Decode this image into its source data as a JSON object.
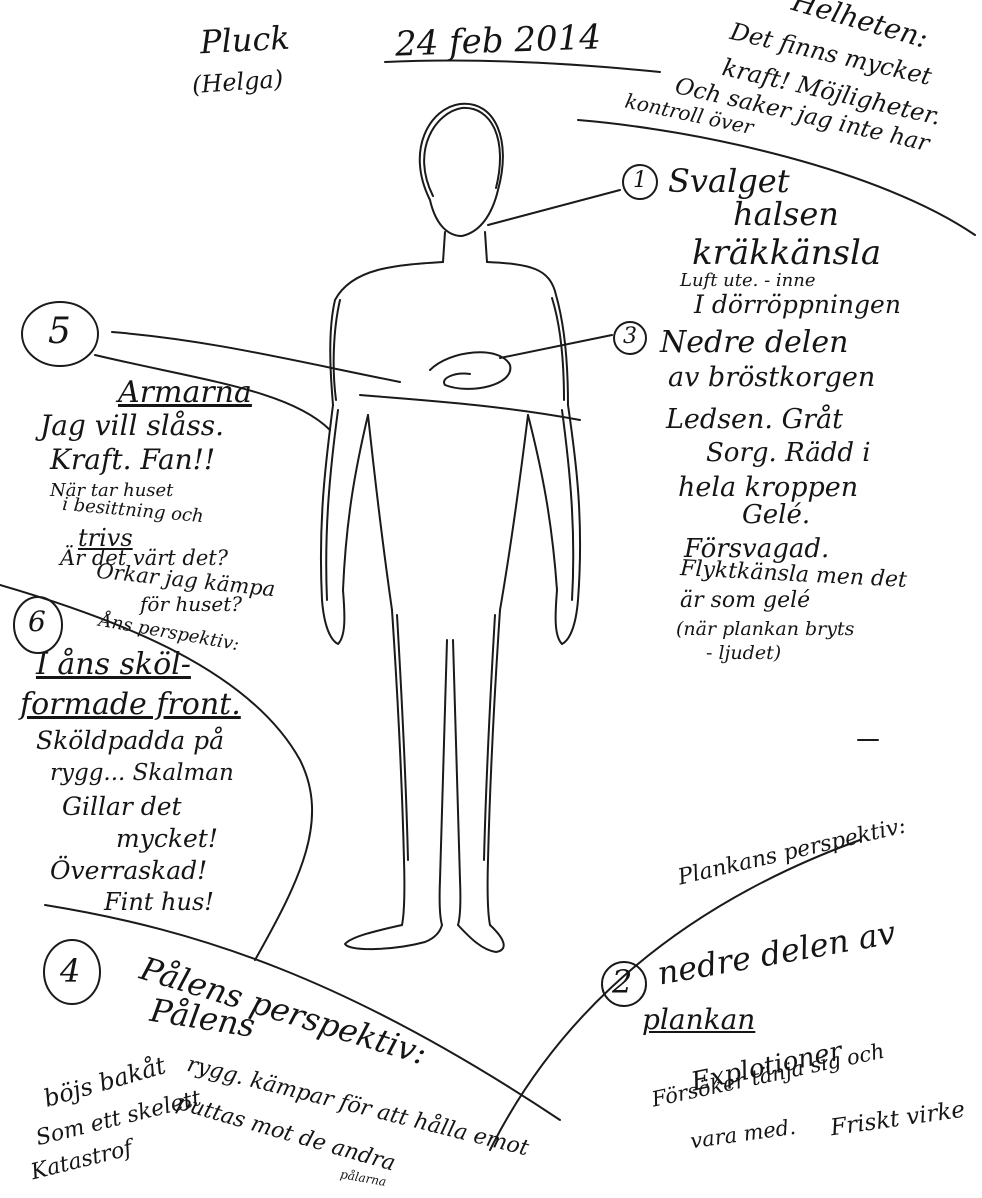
{
  "header": {
    "title": "Pluck",
    "title_sub": "(Helga)",
    "date": "24 feb 2014"
  },
  "helheten": {
    "heading": "Helheten:",
    "lines": [
      "Det finns mycket",
      "kraft! Möjligheter.",
      "Och saker jag inte har",
      "kontroll över"
    ]
  },
  "note1": {
    "number": "1",
    "lines": [
      "Svalget",
      "halsen",
      "kräkkänsla",
      "Luft ute. - inne",
      "I dörröppningen"
    ]
  },
  "note3": {
    "number": "3",
    "lines": [
      "Nedre delen",
      "av bröstkorgen",
      "Ledsen. Gråt",
      "Sorg. Rädd i",
      "hela kroppen",
      "Gelé.",
      "Försvagad.",
      "Flyktkänsla men det",
      "är som gelé",
      "(när plankan bryts",
      "- ljudet)"
    ]
  },
  "note5": {
    "number": "5",
    "lines": [
      "Armarna",
      "Jag vill slåss.",
      "Kraft. Fan!!",
      "När tar huset",
      "i besittning och",
      "trivs",
      "Är det värt det?",
      "Orkar jag kämpa",
      "för huset?"
    ]
  },
  "note6": {
    "number": "6",
    "lines": [
      "Åns perspektiv:",
      "I åns sköl-",
      "formade front.",
      "Sköldpadda på",
      "rygg... Skalman",
      "Gillar det",
      "mycket!",
      "Överraskad!",
      "Fint hus!"
    ]
  },
  "note4": {
    "number": "4",
    "lines": [
      "Pålens perspektiv:",
      "Pålens",
      "rygg. kämpar för att hålla emot",
      "böjs bakåt",
      "puttas mot de andra",
      "pålarna",
      "Som ett skelett",
      "Katastrof"
    ]
  },
  "note2": {
    "heading": "Plankans perspektiv:",
    "number": "2",
    "lines": [
      "nedre delen av",
      "plankan",
      "Explotioner",
      "Försöker tänja sig och",
      "vara med.",
      "Friskt virke"
    ]
  }
}
